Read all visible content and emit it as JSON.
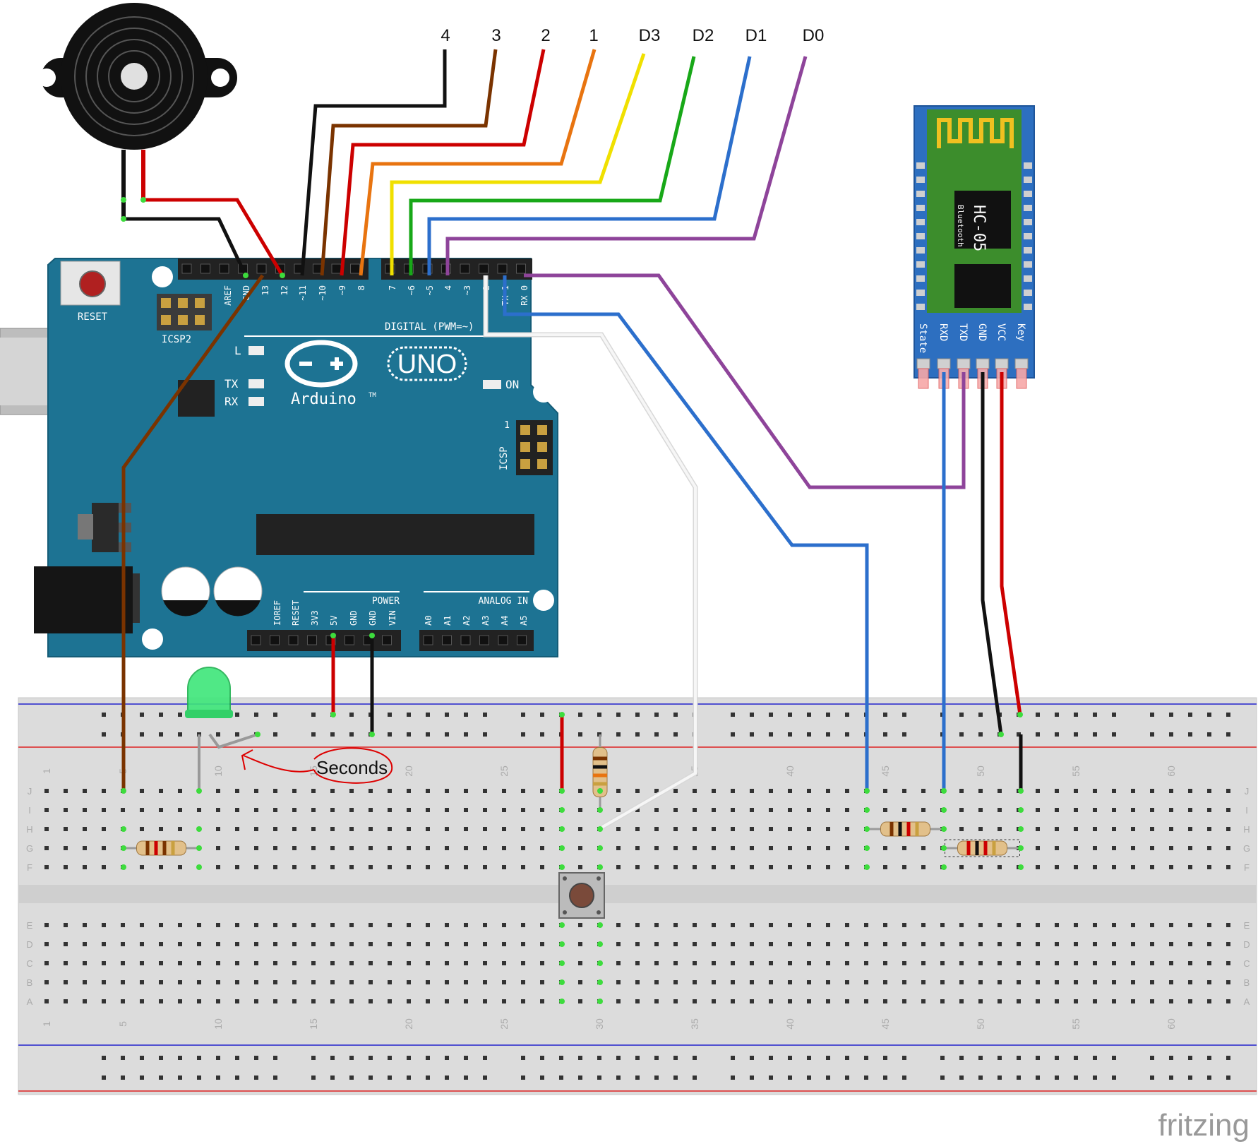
{
  "wire_labels": [
    "4",
    "3",
    "2",
    "1",
    "D3",
    "D2",
    "D1",
    "D0"
  ],
  "arduino": {
    "reset_label": "RESET",
    "icsp2_label": "ICSP2",
    "icsp_label": "ICSP",
    "icsp_pin1": "1",
    "uno_label": "UNO",
    "brand_label": "Arduino",
    "brand_tm": "TM",
    "digital_label": "DIGITAL (PWM=~)",
    "power_label": "POWER",
    "analog_label": "ANALOG IN",
    "led_l": "L",
    "led_tx": "TX",
    "led_rx": "RX",
    "led_on": "ON",
    "top_pins": [
      "AREF",
      "GND",
      "13",
      "12",
      "~11",
      "~10",
      "~9",
      "8",
      "7",
      "~6",
      "~5",
      "4",
      "~3",
      "2",
      "TX 1",
      "RX 0"
    ],
    "power_pins": [
      "IOREF",
      "RESET",
      "3V3",
      "5V",
      "GND",
      "GND",
      "VIN"
    ],
    "analog_pins": [
      "A0",
      "A1",
      "A2",
      "A3",
      "A4",
      "A5"
    ]
  },
  "bluetooth": {
    "model": "HC-05",
    "sub": "Bluetooth",
    "pins": [
      "State",
      "RXD",
      "TXD",
      "GND",
      "VCC",
      "Key"
    ]
  },
  "breadboard": {
    "row_letters_top": [
      "J",
      "I",
      "H",
      "G",
      "F"
    ],
    "row_letters_bottom": [
      "E",
      "D",
      "C",
      "B",
      "A"
    ],
    "col_numbers": [
      "1",
      "5",
      "10",
      "15",
      "20",
      "25",
      "30",
      "35",
      "40",
      "45",
      "50",
      "55",
      "60"
    ]
  },
  "annotation": {
    "text": "Seconds"
  },
  "watermark": "fritzing",
  "colors": {
    "board": "#1d7393",
    "board_dark": "#155c77",
    "bt_board": "#2d6fc0",
    "black": "#111111",
    "brown": "#7a3300",
    "red": "#cc0000",
    "orange": "#e87410",
    "yellow": "#f0e000",
    "green": "#18a818",
    "blue": "#2c6fcc",
    "purple": "#8e449a",
    "white": "#f2f2f2",
    "gray": "#999999",
    "annotation": "#dd0000"
  }
}
